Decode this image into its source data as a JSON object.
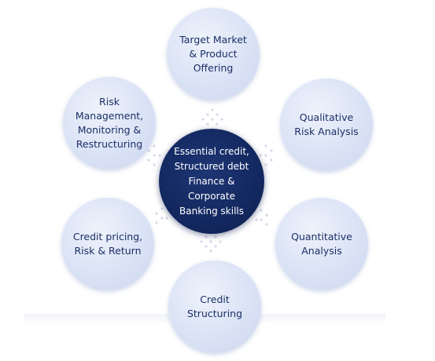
{
  "diagram": {
    "center": {
      "text": "Essential credit,\nStructured debt\nFinance & Corporate\nBanking skills"
    },
    "nodes": [
      {
        "id": "target-market",
        "text": "Target Market\n& Product\nOffering"
      },
      {
        "id": "qualitative",
        "text": "Qualitative\nRisk Analysis"
      },
      {
        "id": "quantitative",
        "text": "Quantitative\nAnalysis"
      },
      {
        "id": "structuring",
        "text": "Credit\nStructuring"
      },
      {
        "id": "pricing",
        "text": "Credit pricing,\nRisk & Return"
      },
      {
        "id": "risk-management",
        "text": "Risk\nManagement,\nMonitoring &\nRestructuring"
      }
    ],
    "colors": {
      "outer_fill": "#dae2f5",
      "outer_text": "#1b2f66",
      "center_fill": "#13285f",
      "center_text": "#ffffff",
      "connector_dots": "#d5dbe8"
    }
  }
}
